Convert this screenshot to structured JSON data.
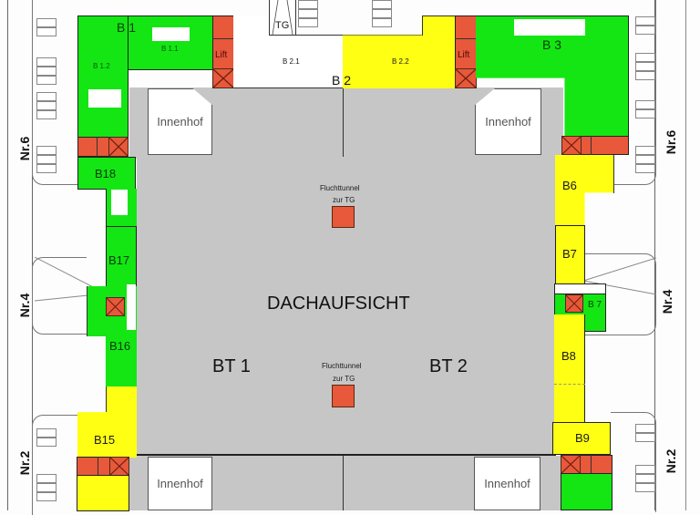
{
  "title": "DACHAUFSICHT",
  "sections": {
    "bt1": "BT 1",
    "bt2": "BT 2"
  },
  "escape_tunnels": [
    {
      "label_line1": "Fluchttunnel",
      "label_line2": "zur TG"
    },
    {
      "label_line1": "Fluchttunnel",
      "label_line2": "zur TG"
    }
  ],
  "courtyards": [
    "Innenhof",
    "Innenhof",
    "Innenhof",
    "Innenhof"
  ],
  "garage_label": "TG",
  "lift_label": "Lift",
  "buildings": {
    "b1": {
      "label": "B 1",
      "units": [
        "B 1.1",
        "B 1.2"
      ],
      "status": "green"
    },
    "b2": {
      "label": "B 2",
      "units": [
        "B 2.1",
        "B 2.2"
      ],
      "unit_status": [
        "white",
        "yellow"
      ]
    },
    "b3": {
      "label": "B 3",
      "status": "green"
    },
    "b6": {
      "label": "B6",
      "status": "yellow"
    },
    "b7": {
      "label": "B7",
      "status": "yellow"
    },
    "b7_small": {
      "label": "B 7",
      "status": "green"
    },
    "b8": {
      "label": "B8",
      "status": "yellow"
    },
    "b9": {
      "label": "B9",
      "status": "yellow"
    },
    "b15": {
      "label": "B15",
      "status": "yellow"
    },
    "b16": {
      "label": "B16",
      "status": "green"
    },
    "b17": {
      "label": "B17",
      "status": "green"
    },
    "b18": {
      "label": "B18",
      "status": "green"
    }
  },
  "street_numbers": {
    "left": [
      "Nr.6",
      "Nr.4",
      "Nr.2"
    ],
    "right": [
      "Nr.6",
      "Nr.4",
      "Nr.2"
    ]
  },
  "colors": {
    "green": "#14e614",
    "yellow": "#ffff14",
    "red": "#e8583a",
    "gray": "#c6c6c6",
    "white": "#ffffff"
  }
}
